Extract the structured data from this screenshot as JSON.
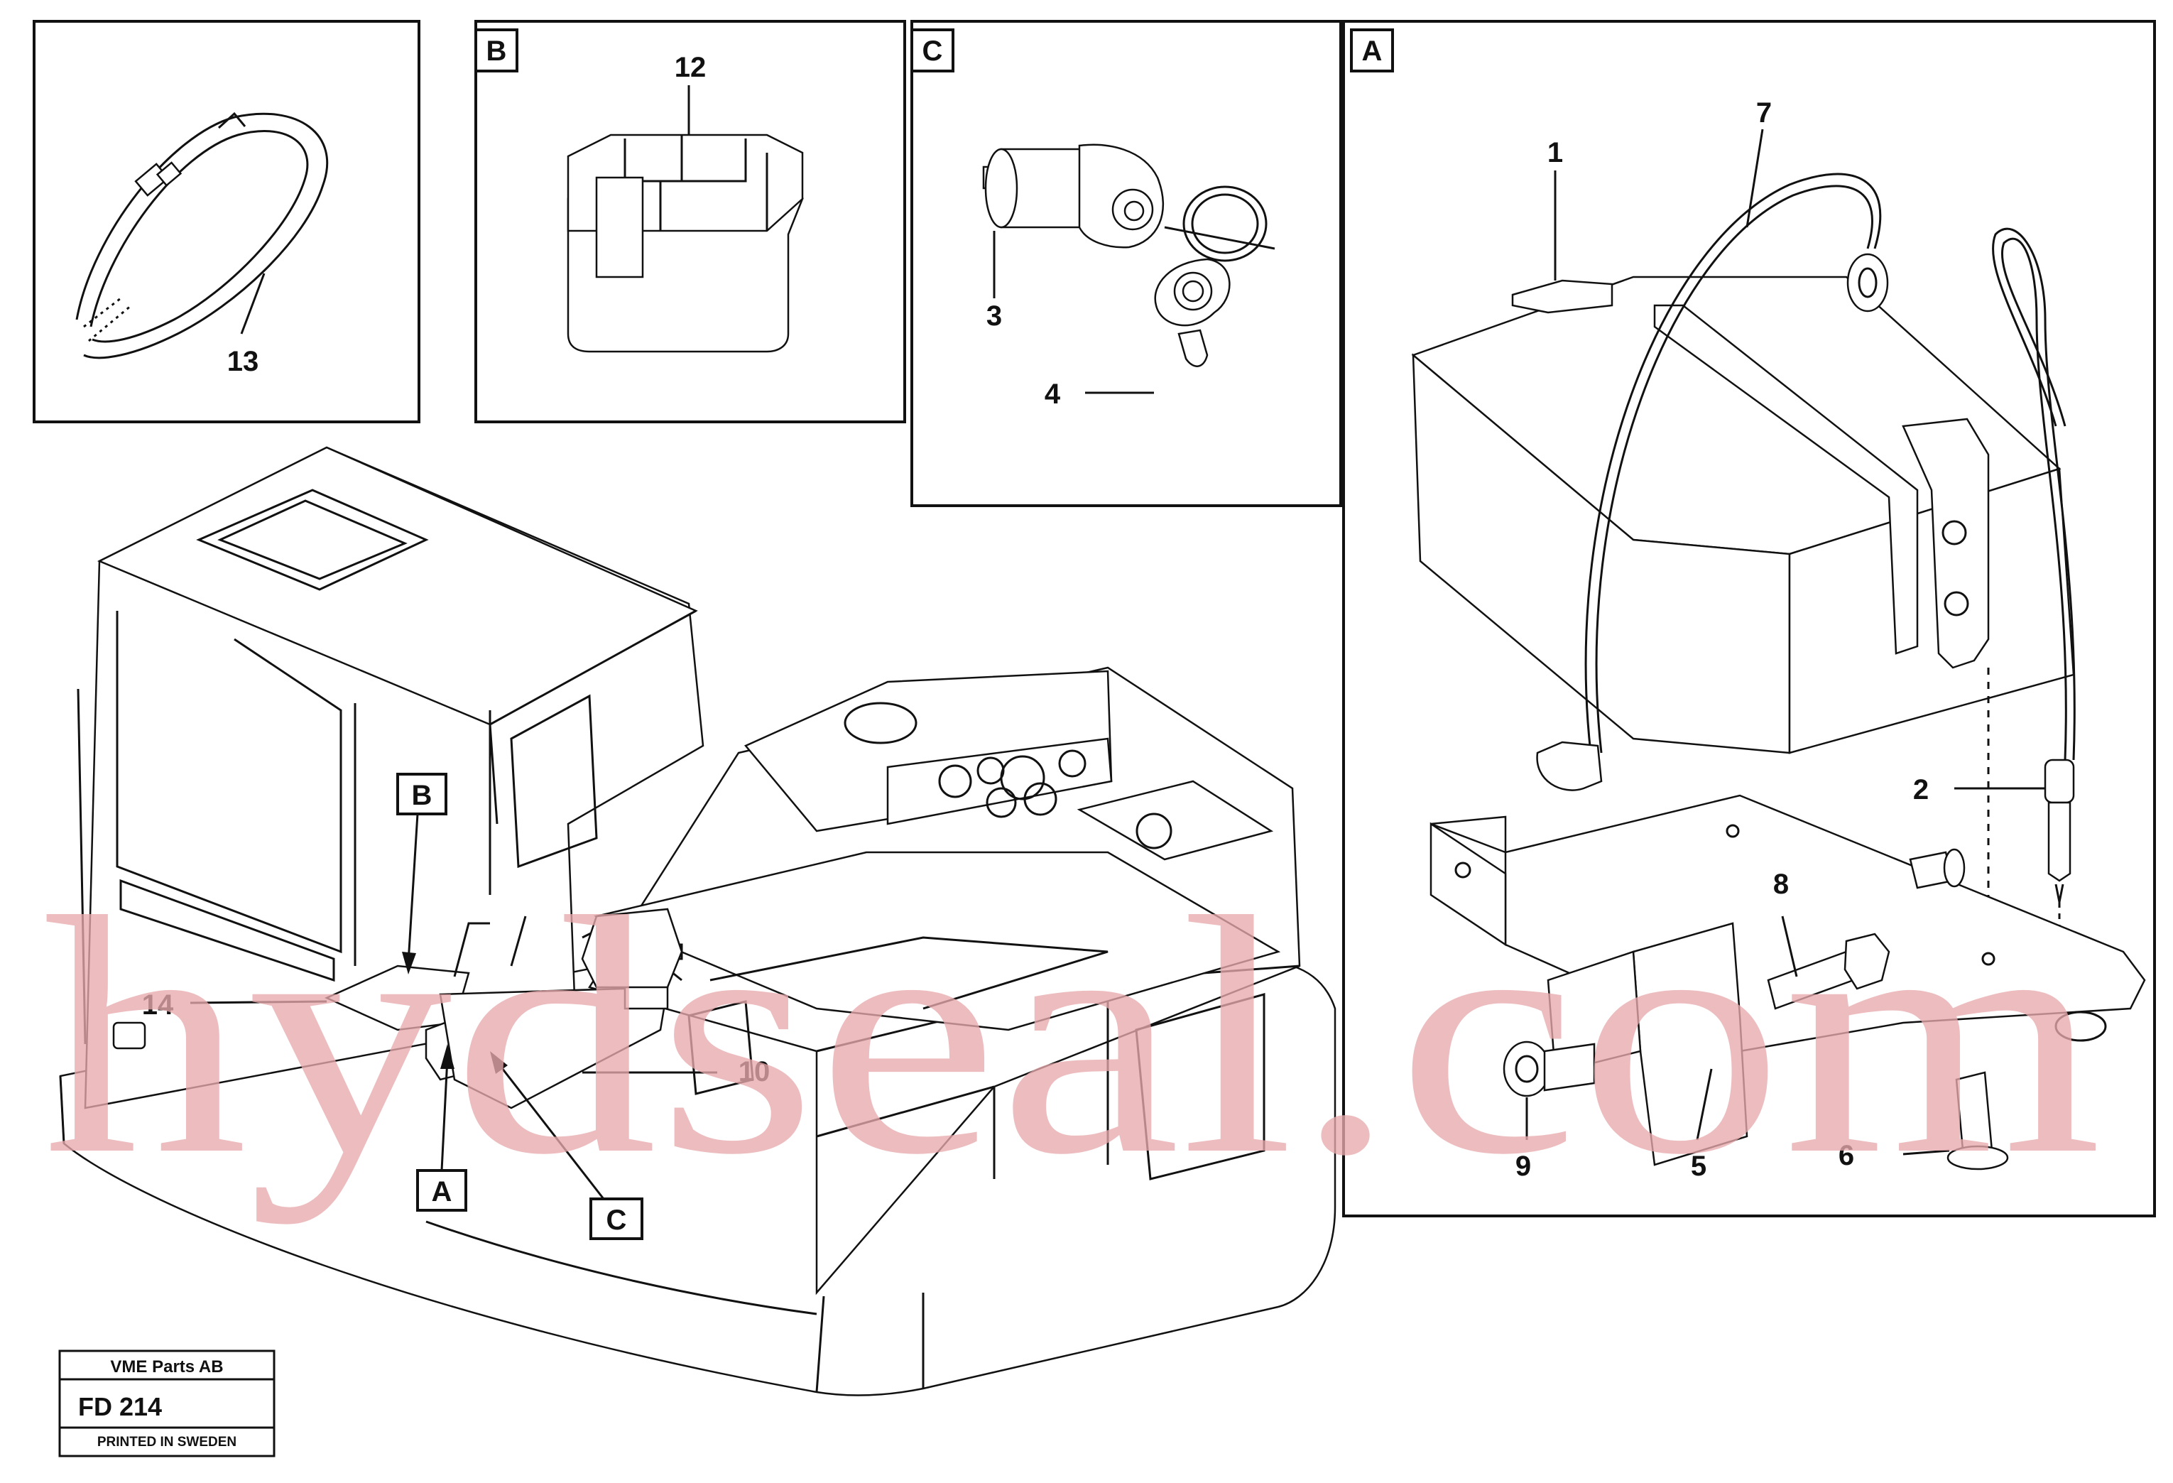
{
  "callouts": {
    "n1": "1",
    "n2": "2",
    "n3": "3",
    "n4": "4",
    "n5": "5",
    "n6": "6",
    "n7": "7",
    "n8": "8",
    "n9": "9",
    "n10": "10",
    "n12": "12",
    "n13": "13",
    "n14": "14"
  },
  "panels": {
    "b": "B",
    "c": "C",
    "a": "A"
  },
  "pointers": {
    "b": "B",
    "a": "A",
    "c": "C"
  },
  "title_block": {
    "company": "VME Parts AB",
    "code": "FD 214",
    "printed": "PRINTED IN SWEDEN"
  },
  "watermark": "hydseal.com"
}
